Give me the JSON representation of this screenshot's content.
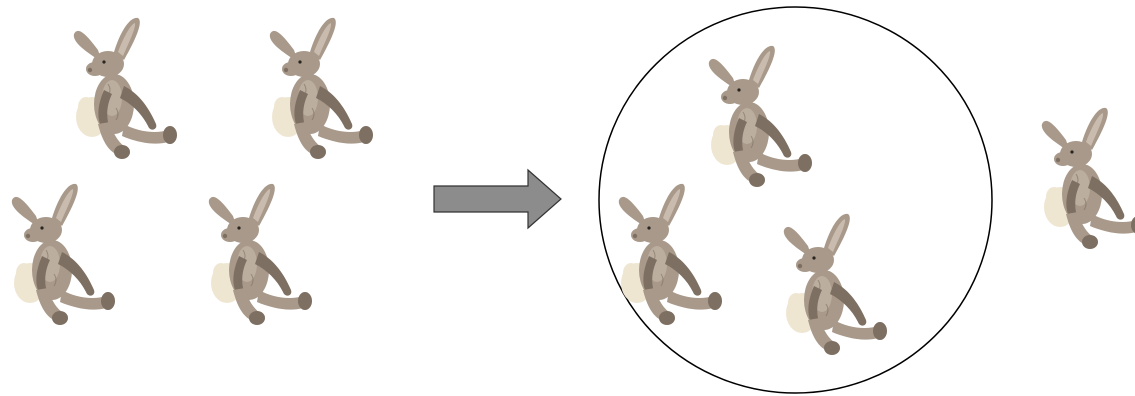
{
  "colors": {
    "fur": "#a8998a",
    "fur_dark": "#7d6f62",
    "fur_light": "#c9bcae",
    "tail": "#efe6d2",
    "arrow_fill": "#8c8c8c",
    "arrow_stroke": "#333333",
    "circle_stroke": "#000000"
  },
  "groups": {
    "left_group": {
      "rabbit_count": 4
    },
    "circled_group": {
      "rabbit_count": 3
    },
    "outside_group": {
      "rabbit_count": 1
    }
  },
  "icons": {
    "rabbit": "plush-rabbit-icon",
    "arrow": "right-arrow-icon",
    "circle": "enclosing-circle"
  }
}
